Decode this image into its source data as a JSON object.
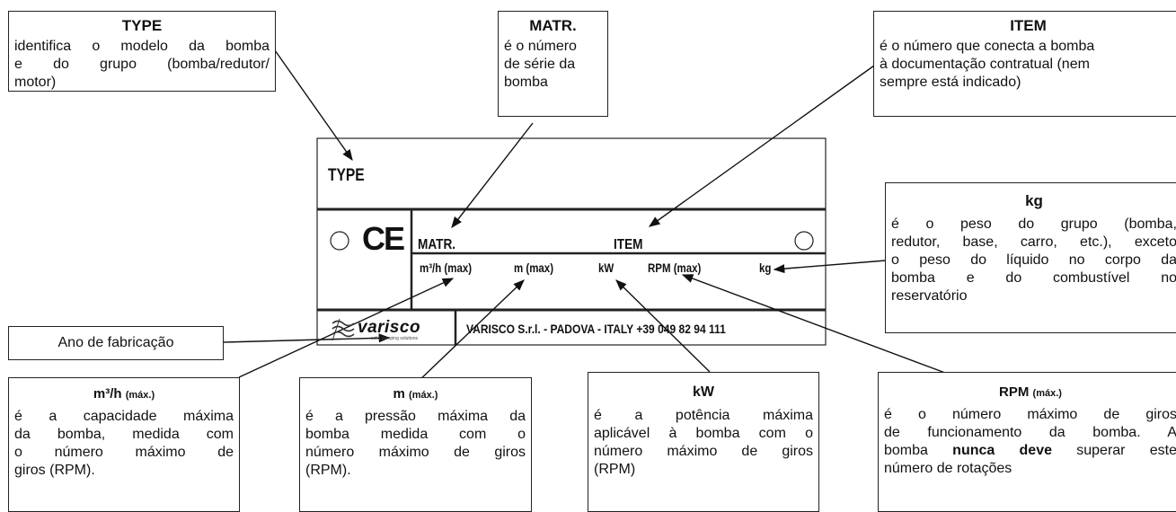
{
  "callouts": {
    "type": {
      "title": "TYPE",
      "lines": [
        "identifica o modelo da bomba",
        "e do grupo (bomba/redutor/",
        "motor)"
      ]
    },
    "matr": {
      "title": "MATR.",
      "lines": [
        "é o número",
        "de série da",
        "bomba"
      ]
    },
    "item": {
      "title": "ITEM",
      "lines": [
        "é o número que conecta a bomba",
        "à documentação contratual (nem",
        "sempre está indicado)"
      ]
    },
    "kg": {
      "title": "kg",
      "lines": [
        "é o peso do grupo (bomba,",
        "redutor, base, carro, etc.), exceto",
        "o peso do líquido no corpo da",
        "bomba e do combustível no",
        "reservatório"
      ]
    },
    "ano": {
      "label": "Ano de fabricação"
    },
    "m3h": {
      "title": "m³/h",
      "title_suffix": "(máx.)",
      "lines": [
        "é a capacidade máxima",
        "da bomba, medida com",
        "o número máximo de",
        "giros (RPM)."
      ]
    },
    "m": {
      "title": "m",
      "title_suffix": "(máx.)",
      "lines": [
        "é a pressão máxima da",
        "bomba medida com o",
        "número máximo de giros",
        "(RPM)."
      ]
    },
    "kw": {
      "title": "kW",
      "lines": [
        "é a potência máxima",
        "aplicável à bomba com o",
        "número máximo de giros",
        "(RPM)"
      ]
    },
    "rpm": {
      "title": "RPM",
      "title_suffix": "(máx.)",
      "line1": "é o número máximo de giros",
      "line2": "de funcionamento da bomba. A",
      "line3_before": "bomba ",
      "line3_bold": "nunca deve",
      "line3_after": " superar este",
      "line4": "número de rotações"
    }
  },
  "plate": {
    "type_label": "TYPE",
    "ce_mark": "CE",
    "matr_label": "MATR.",
    "item_label": "ITEM",
    "fields": [
      "m³/h (max)",
      "m (max)",
      "kW",
      "RPM (max)",
      "kg"
    ],
    "brand": "varisco",
    "brand_tagline": "solid pumping solutions",
    "company": "VARISCO S.r.l. - PADOVA - ITALY +39 049 82 94 111"
  }
}
